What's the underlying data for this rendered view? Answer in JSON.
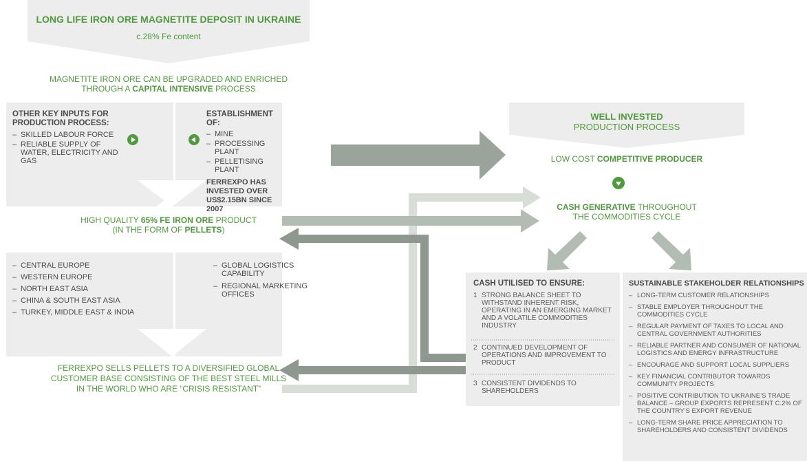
{
  "colors": {
    "accent_green": "#4f9a3c",
    "light_grey": "#ededed",
    "mid_grey": "#b8c0b8",
    "dark_grey": "#9aa49b",
    "text_grey": "#4a4a4a"
  },
  "top_banner": {
    "title": "LONG LIFE IRON ORE MAGNETITE DEPOSIT IN UKRAINE",
    "subtitle": "c.28% Fe content"
  },
  "upgrade_text": {
    "line1": "MAGNETITE IRON ORE CAN BE UPGRADED AND ENRICHED",
    "line2_pre": "THROUGH A ",
    "line2_bold": "CAPITAL INTENSIVE",
    "line2_post": " PROCESS"
  },
  "other_inputs": {
    "heading": "OTHER KEY INPUTS FOR PRODUCTION PROCESS:",
    "items": [
      "SKILLED LABOUR FORCE",
      "RELIABLE SUPPLY OF WATER, ELECTRICITY AND GAS"
    ],
    "icon": "play-right-icon"
  },
  "establishment": {
    "heading": "ESTABLISHMENT OF:",
    "items": [
      "MINE",
      "PROCESSING PLANT",
      "PELLETISING PLANT"
    ],
    "note": "FERREXPO HAS INVESTED OVER US$2.15BN SINCE 2007",
    "icon": "play-left-icon"
  },
  "product": {
    "pre": "HIGH QUALITY ",
    "bold": "65% FE IRON ORE",
    "post": " PRODUCT",
    "line2_pre": "(IN THE FORM OF ",
    "line2_bold": "PELLETS",
    "line2_post": ")"
  },
  "markets": [
    "CENTRAL EUROPE",
    "WESTERN EUROPE",
    "NORTH EAST ASIA",
    "CHINA & SOUTH EAST ASIA",
    "TURKEY, MIDDLE EAST & INDIA"
  ],
  "logistics": [
    "GLOBAL LOGISTICS CAPABILITY",
    "REGIONAL MARKETING OFFICES"
  ],
  "sales_text": {
    "line1": "FERREXPO SELLS PELLETS TO A DIVERSIFIED GLOBAL",
    "line2": "CUSTOMER BASE CONSISTING OF THE BEST STEEL MILLS",
    "line3": "IN THE WORLD WHO ARE “CRISIS RESISTANT”"
  },
  "well_invested": {
    "title": "WELL INVESTED",
    "subtitle": "PRODUCTION PROCESS"
  },
  "low_cost": {
    "pre": "LOW COST ",
    "bold": "COMPETITIVE PRODUCER"
  },
  "cash_generative": {
    "bold": "CASH GENERATIVE",
    "post": " THROUGHOUT",
    "line2": "THE COMMODITIES CYCLE",
    "icon": "play-down-icon"
  },
  "cash_utilised": {
    "heading": "CASH UTILISED TO ENSURE:",
    "items": [
      {
        "num": "1",
        "text": "STRONG BALANCE SHEET TO WITHSTAND INHERENT RISK, OPERATING IN AN EMERGING MARKET AND A VOLATILE COMMODITIES INDUSTRY"
      },
      {
        "num": "2",
        "text": "CONTINUED DEVELOPMENT OF OPERATIONS AND IMPROVEMENT TO PRODUCT"
      },
      {
        "num": "3",
        "text": "CONSISTENT DIVIDENDS TO SHAREHOLDERS"
      }
    ]
  },
  "stakeholders": {
    "heading": "SUSTAINABLE STAKEHOLDER RELATIONSHIPS",
    "items": [
      "LONG-TERM CUSTOMER RELATIONSHIPS",
      "STABLE EMPLOYER THROUGHOUT THE COMMODITIES CYCLE",
      "REGULAR PAYMENT OF TAXES TO LOCAL AND CENTRAL GOVERNMENT AUTHORITIES",
      "RELIABLE PARTNER AND CONSUMER OF NATIONAL LOGISTICS AND ENERGY INFRASTRUCTURE",
      "ENCOURAGE AND SUPPORT LOCAL SUPPLIERS",
      "KEY FINANCIAL CONTRIBUTOR TOWARDS COMMUNITY PROJECTS",
      "POSITIVE CONTRIBUTION TO UKRAINE’S TRADE BALANCE – GROUP EXPORTS REPRESENT C.2% OF THE COUNTRY’S EXPORT REVENUE",
      "LONG-TERM SHARE PRICE APPRECIATION TO SHAREHOLDERS AND CONSISTENT DIVIDENDS"
    ]
  }
}
